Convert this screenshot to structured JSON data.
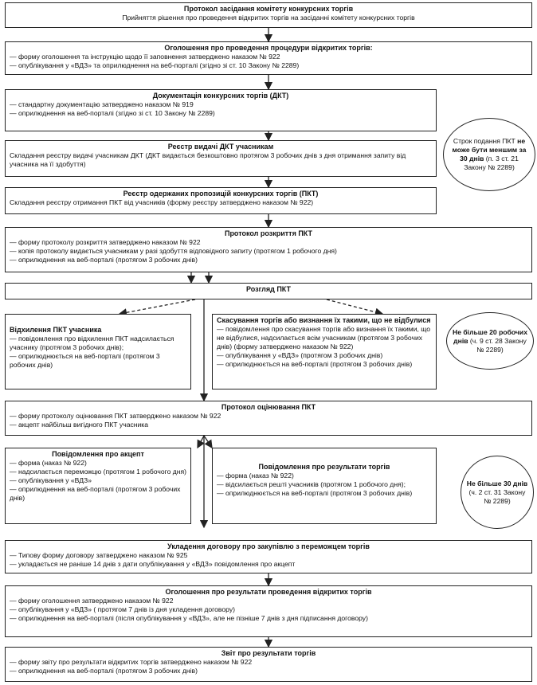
{
  "b1": {
    "title": "Протокол засідання комітету конкурсних торгів",
    "lines": [
      "Прийняття рішення про проведення відкритих торгів на засіданні комітету конкурсних торгів"
    ]
  },
  "b2": {
    "title": "Оголошення про проведення процедури відкритих торгів:",
    "lines": [
      "— форму оголошення та інструкцію щодо її заповнення затверджено наказом № 922",
      "— опублікування у «ВДЗ» та оприлюднення на веб-порталі (згідно зі ст. 10 Закону № 2289)"
    ]
  },
  "b3": {
    "title": "Документація конкурсних торгів (ДКТ)",
    "lines": [
      "— стандартну документацію затверджено наказом № 919",
      "— оприлюднення на веб-порталі (згідно зі ст. 10 Закону № 2289)"
    ]
  },
  "b4": {
    "title": "Реєстр видачі ДКТ учасникам",
    "lines": [
      "Складання реєстру видачі учасникам ДКТ (ДКТ видається безкоштовно протягом 3 робочих днів з дня отримання запиту від учасника на її здобуття)"
    ]
  },
  "b5": {
    "title": "Реєстр одержаних пропозицій конкурсних торгів (ПКТ)",
    "lines": [
      "Складання реєстру отримання ПКТ від учасників (форму реєстру затверджено наказом № 922)"
    ]
  },
  "b6": {
    "title": "Протокол розкриття ПКТ",
    "lines": [
      "— форму протоколу розкриття затверджено наказом № 922",
      "— копія протоколу видається учасникам у разі здобуття відповідного запиту (протягом 1 робочого дня)",
      "— оприлюднення на веб-порталі (протягом 3 робочих днів)"
    ]
  },
  "b7": {
    "title": "Розгляд ПКТ"
  },
  "b8": {
    "title": "Відхилення ПКТ учасника",
    "lines": [
      "— повідомлення про відхилення ПКТ надсилається учаснику (протягом 3 робочих днів);",
      "— оприлюднюється на веб-порталі (протягом 3 робочих днів)"
    ]
  },
  "b9": {
    "title": "Скасування торгів або визнання їх такими, що не відбулися",
    "lines": [
      "— повідомлення про скасування торгів або визнання їх такими, що не відбулися, надсилається всім учасникам (протягом 3 робочих днів) (форму затверджено наказом № 922)",
      "— опублікування у «ВДЗ» (протягом 3 робочих днів)",
      "— оприлюднюється на веб-порталі (протягом 3 робочих днів)"
    ]
  },
  "b10": {
    "title": "Протокол оцінювання ПКТ",
    "lines": [
      "— форму протоколу оцінювання ПКТ затверджено наказом № 922",
      "— акцепт найбільш вигідного ПКТ учасника"
    ]
  },
  "b11": {
    "title": "Повідомлення про акцепт",
    "lines": [
      "— форма (наказ № 922)",
      "— надсилається переможцю (протягом 1 робочого дня)",
      "— опублікування у «ВДЗ»",
      "— оприлюднення на веб-порталі (протягом 3 робочих днів)"
    ]
  },
  "b12": {
    "title": "Повідомлення про результати торгів",
    "lines": [
      "— форма (наказ № 922)",
      "— відсилається решті учасників (протягом 1 робочого дня);",
      "— оприлюднюється на веб-порталі (протягом 3 робочих днів)"
    ]
  },
  "b13": {
    "title": "Укладення договору про закупівлю з переможцем торгів",
    "lines": [
      "— Типову форму договору затверджено наказом № 925",
      "— укладається не раніше 14 днів з дати опублікування у «ВДЗ» повідомлення про акцепт"
    ]
  },
  "b14": {
    "title": "Оголошення про результати проведення відкритих торгів",
    "lines": [
      "— форму оголошення затверджено наказом № 922",
      "— опублікування у «ВДЗ» ( протягом 7 днів із дня укладення договору)",
      "— оприлюднення на веб-порталі (після опублікування у «ВДЗ», але не пізніше 7 днів з дня підписання договору)"
    ]
  },
  "b15": {
    "title": "Звіт про результати торгів",
    "lines": [
      "— форму звіту про результати відкритих торгів затверджено наказом № 922",
      "— оприлюднення на веб-порталі (протягом 3 робочих днів)"
    ]
  },
  "o1": {
    "pre": "Строк подання ПКТ",
    "bold": "не може бути меншим за 30 днів",
    "post": "(п. 3 ст. 21 Закону № 2289)"
  },
  "o2": {
    "bold": "Не більше 20 робочих днів",
    "post": "(ч. 9 ст. 28 Закону № 2289)"
  },
  "o3": {
    "bold": "Не більше 30 днів",
    "post": "(ч. 2 ст. 31 Закону № 2289)"
  }
}
